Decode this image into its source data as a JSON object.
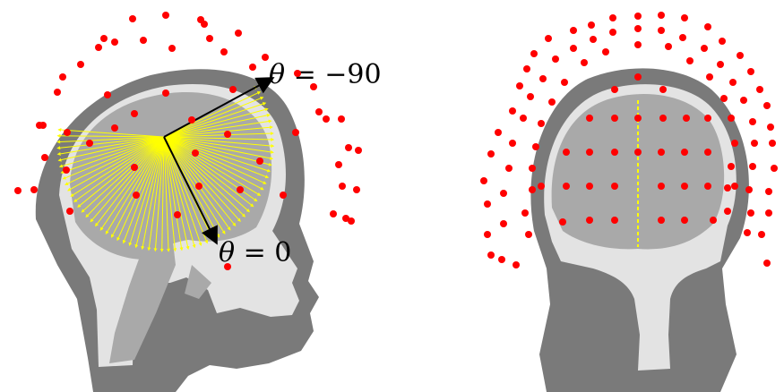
{
  "annotations": {
    "theta_top": {
      "symbol": "θ",
      "equals": " = ",
      "value": "−90"
    },
    "theta_bottom": {
      "symbol": "θ",
      "equals": " = ",
      "value": "0"
    }
  },
  "colors": {
    "outer_head": "#7a7a7a",
    "skull": "#e3e3e3",
    "brain": "#a9a9a9",
    "electrode": "#ff0000",
    "source_vectors": "#ffff00",
    "axes": "#000000"
  }
}
